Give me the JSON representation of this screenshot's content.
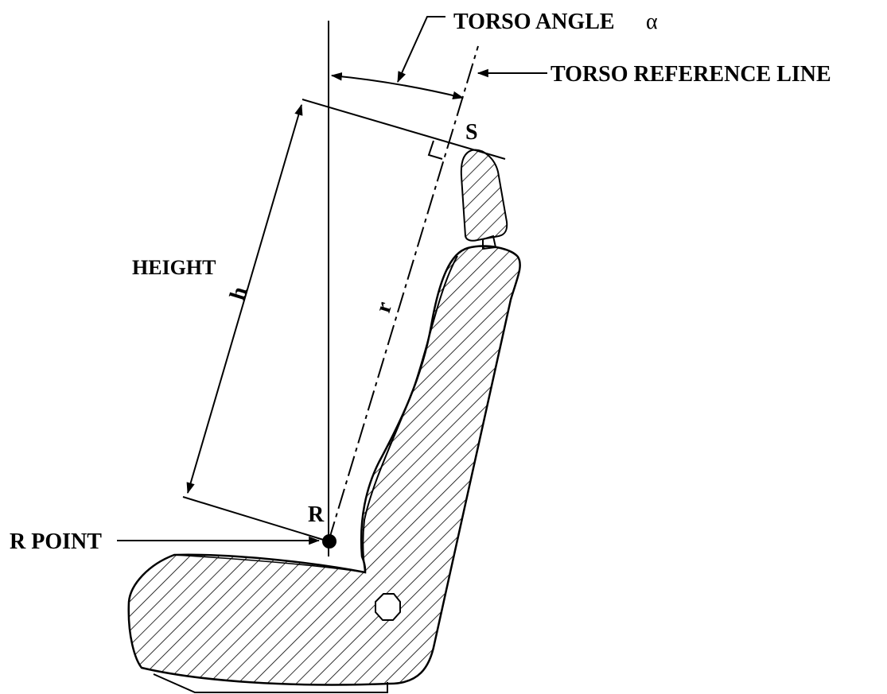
{
  "labels": {
    "torso_angle": "TORSO ANGLE",
    "alpha": "α",
    "torso_reference_line": "TORSO REFERENCE LINE",
    "s": "S",
    "height": "HEIGHT",
    "h": "h",
    "r": "r",
    "r_upper": "R",
    "r_point": "R POINT"
  },
  "colors": {
    "ink": "#000000",
    "background": "#ffffff"
  }
}
